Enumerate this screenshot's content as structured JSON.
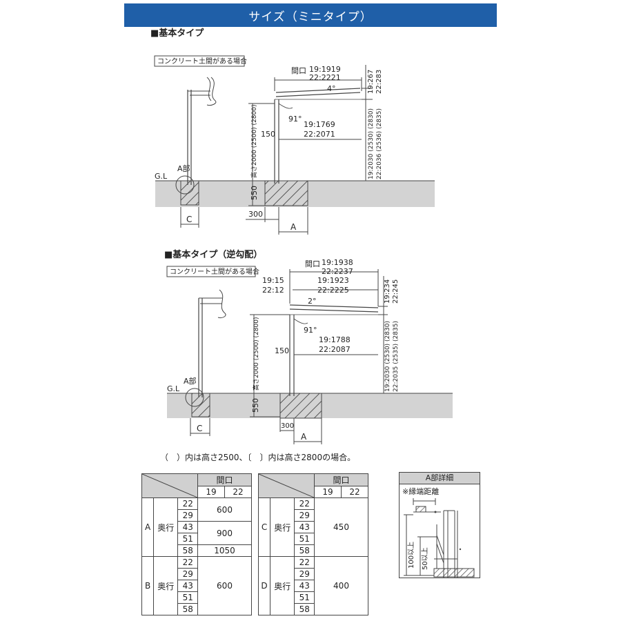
{
  "header": {
    "title": "サイズ（ミニタイプ）"
  },
  "top": {
    "section_label": "■基本タイプ",
    "concrete_label": "コンクリート土間がある場合",
    "span_label": "間口",
    "span_19": "19:1919",
    "span_22": "22:2221",
    "slope": "4°",
    "angle": "91°",
    "inner_19": "19:1769",
    "inner_22": "22:2071",
    "left_offset": "150",
    "height_label": "高さ2000 (2500) (2800)",
    "right_h_19": "19:267",
    "right_h_22": "22:283",
    "right_total_19": "19:2030 (2530) (2830)",
    "right_total_22": "22:2036 (2536) (2835)",
    "depth": "550",
    "gl": "G.L",
    "a_part": "A部",
    "c_label": "C",
    "a_label": "A",
    "post_offset": "300"
  },
  "bottom": {
    "section_label": "■基本タイプ（逆勾配）",
    "concrete_label": "コンクリート土間がある場合",
    "span_label": "間口",
    "span_19": "19:1938",
    "span_22": "22:2237",
    "inner_span_19": "19:1923",
    "inner_span_22": "22:2225",
    "left_top_19": "19:15",
    "left_top_22": "22:12",
    "slope": "2°",
    "angle": "91°",
    "inner_19": "19:1788",
    "inner_22": "22:2087",
    "left_offset": "150",
    "height_label": "高さ2000 (2500) (2800)",
    "right_h_19": "19:234",
    "right_h_22": "22:245",
    "right_total_19": "19:2030 (2530) (2830)",
    "right_total_22": "22:2035 (2535) (2835)",
    "depth": "550",
    "gl": "G.L",
    "a_part": "A部",
    "c_label": "C",
    "a_label": "A",
    "post_offset": "300"
  },
  "footnote": "（　）内は高さ2500、〔　〕内は高さ2800の場合。",
  "table_a": {
    "header_span": "間口",
    "col_19": "19",
    "col_22": "22",
    "dim_a": "A",
    "dim_b": "B",
    "depth_label": "奥行",
    "a_rows": [
      "22",
      "29",
      "43",
      "51",
      "58"
    ],
    "a_values": [
      "600",
      "900",
      "1050"
    ],
    "b_rows": [
      "22",
      "29",
      "43",
      "51",
      "58"
    ],
    "b_value": "600"
  },
  "table_b": {
    "header_span": "間口",
    "col_19": "19",
    "col_22": "22",
    "dim_c": "C",
    "dim_d": "D",
    "depth_label": "奥行",
    "c_rows": [
      "22",
      "29",
      "43",
      "51",
      "58"
    ],
    "c_value": "450",
    "d_rows": [
      "22",
      "29",
      "43",
      "51",
      "58"
    ],
    "d_value": "400"
  },
  "detail": {
    "title": "A部詳細",
    "edge_label": "※縁端距離",
    "label_100": "100以上",
    "label_50": "50以上"
  }
}
